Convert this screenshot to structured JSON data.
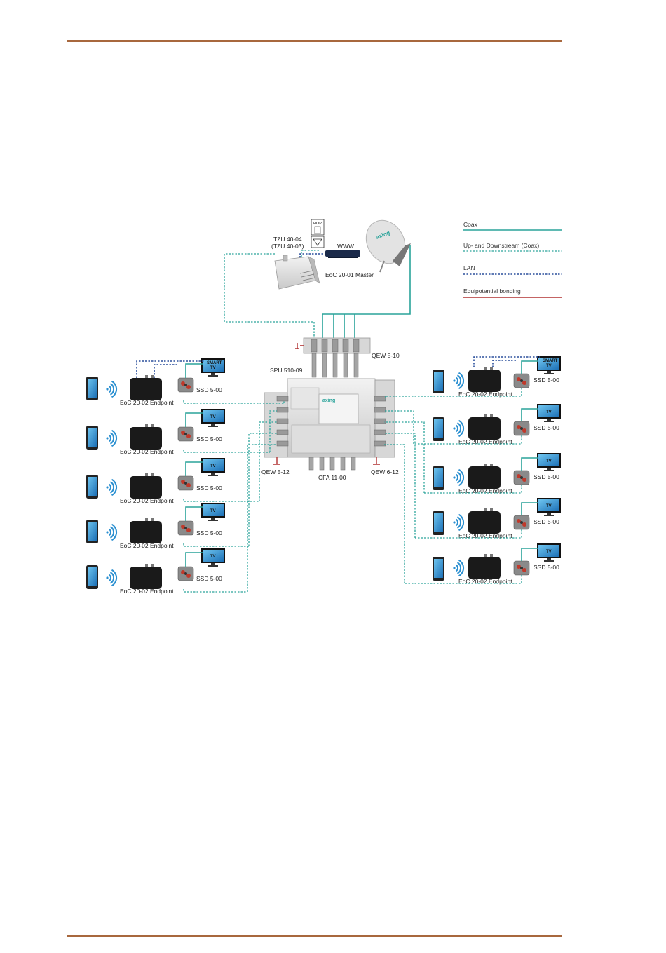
{
  "page": {
    "rule_color": "#a8683e"
  },
  "colors": {
    "coax": "#2aa39a",
    "updown": "#2aa39a",
    "lan": "#2a4f9c",
    "equipotential": "#b03030",
    "device": "#1a1a1a"
  },
  "legend": {
    "coax": "Coax",
    "updown": "Up- and Downstream (Coax)",
    "lan": "LAN",
    "equipotential": "Equipotential bonding"
  },
  "head": {
    "tzu_line1": "TZU 40-04",
    "tzu_line2": "(TZU 40-03)",
    "hop_label": "HOP",
    "www_label": "WWW",
    "master_label": "EoC 20-01 Master",
    "dish_brand": "axing"
  },
  "center": {
    "qew_top": "QEW 5-10",
    "spu": "SPU 510-09",
    "qew_left": "QEW 5-12",
    "qew_right": "QEW 6-12",
    "cfa": "CFA 11-00",
    "brand": "axing"
  },
  "endpoints": {
    "endpoint_label": "EoC 20-02 Endpoint",
    "socket_label": "SSD 5-00",
    "tv_label": "TV",
    "smart_tv_line1": "SMART",
    "smart_tv_line2": "TV"
  },
  "icons": [
    "smartphone-icon",
    "wifi-icon",
    "tv-icon",
    "satellite-dish-icon",
    "ground-icon",
    "wall-socket-icon",
    "router-icon"
  ]
}
